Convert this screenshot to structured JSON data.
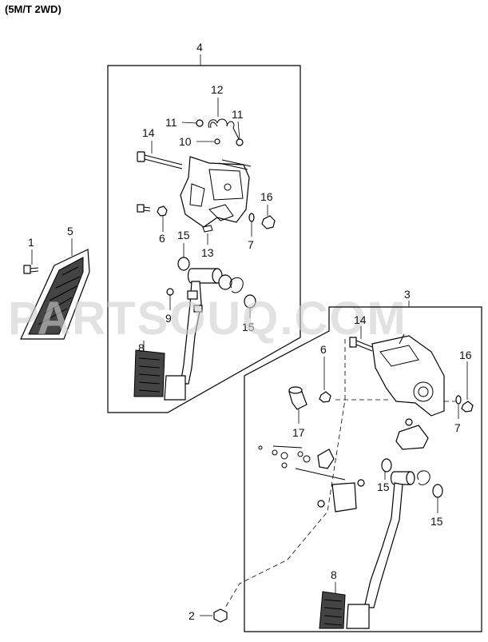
{
  "header": {
    "title": "(5M/T 2WD)"
  },
  "watermark": {
    "text": "PARTSOUQ.COM"
  },
  "assemblies": {
    "upper": {
      "number": "4"
    },
    "lower": {
      "number": "3"
    }
  },
  "callouts": {
    "c1": "1",
    "c2": "2",
    "c3": "3",
    "c4": "4",
    "c5": "5",
    "c6": "6",
    "c7": "7",
    "c8": "8",
    "c9": "9",
    "c10": "10",
    "c11": "11",
    "c12": "12",
    "c13": "13",
    "c14": "14",
    "c15": "15",
    "c16": "16",
    "c17": "17"
  },
  "colors": {
    "line": "#000000",
    "watermark": "#cfcfcf",
    "part_fill": "#ffffff",
    "pad_fill": "#444444"
  }
}
